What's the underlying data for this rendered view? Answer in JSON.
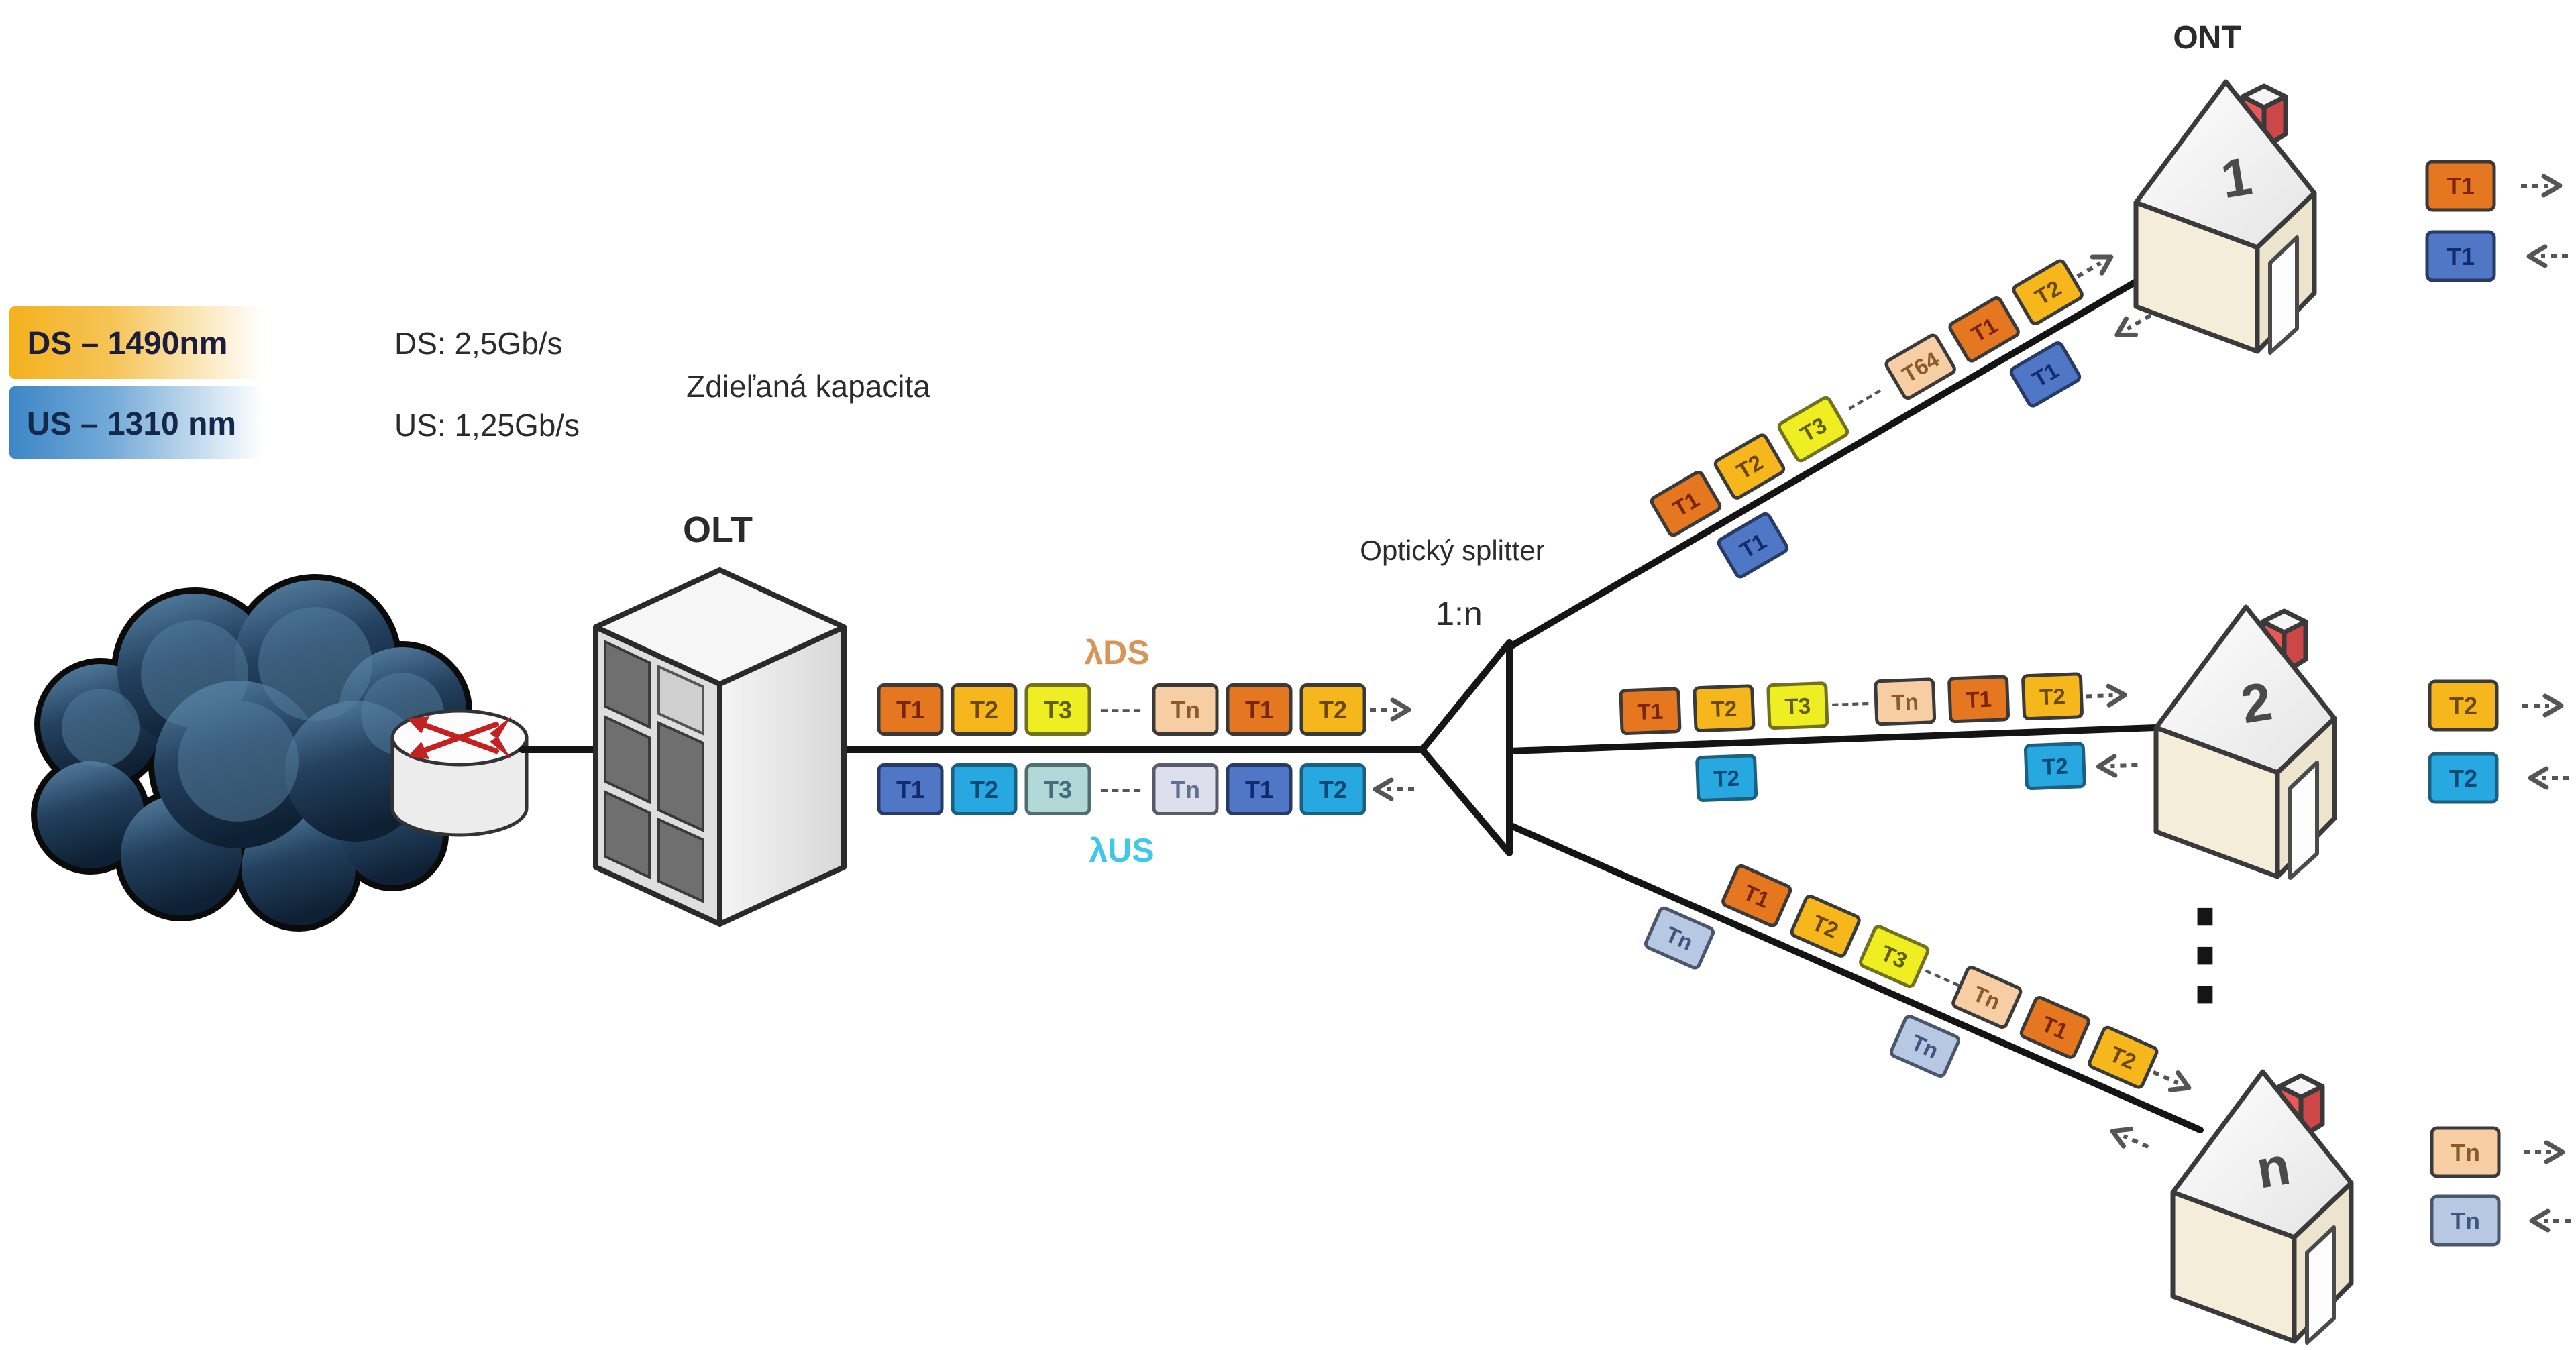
{
  "legend": {
    "ds_label": "DS – 1490nm",
    "us_label": "US – 1310 nm",
    "ds_color": "#f3b11c",
    "us_color": "#3c86c6",
    "ds_rate": "DS: 2,5Gb/s",
    "us_rate": "US: 1,25Gb/s",
    "shared_capacity": "Zdieľaná kapacita"
  },
  "labels": {
    "olt": "OLT",
    "ont": "ONT",
    "splitter": "Optický splitter",
    "splitter_ratio": "1:n",
    "lambda_ds": "λDS",
    "lambda_us": "λUS",
    "lambda_ds_color": "#d8955a",
    "lambda_us_color": "#3fc8e8",
    "gap_dashes": "----",
    "more_houses": "⋮"
  },
  "olt_link": {
    "ds_slots": [
      "T1",
      "T2",
      "T3",
      "Tn",
      "T1",
      "T2"
    ],
    "us_slots": [
      "T1",
      "T2",
      "T3",
      "Tn",
      "T1",
      "T2"
    ]
  },
  "branches": [
    {
      "ds_slots": [
        "T1",
        "T2",
        "T3",
        "T64",
        "T1",
        "T2"
      ],
      "us_slots": [
        "T1",
        "T1"
      ]
    },
    {
      "ds_slots": [
        "T1",
        "T2",
        "T3",
        "Tn",
        "T1",
        "T2"
      ],
      "us_slots": [
        "T2",
        "T2"
      ]
    },
    {
      "ds_slots": [
        "T1",
        "T2",
        "T3",
        "Tn",
        "T1",
        "T2"
      ],
      "us_slots": [
        "Tn",
        "Tn"
      ]
    }
  ],
  "houses": [
    {
      "number": "1",
      "io_ds": "T1",
      "io_us": "T1"
    },
    {
      "number": "2",
      "io_ds": "T2",
      "io_us": "T2"
    },
    {
      "number": "n",
      "io_ds": "Tn",
      "io_us": "Tn"
    }
  ],
  "slot_colors": {
    "ds_t1": "#e4771f",
    "ds_t2": "#f6b71c",
    "ds_t3": "#eeee22",
    "ds_tn": "#f7cda4",
    "us_t1": "#5077c5",
    "us_t2": "#27a8e0",
    "us_t3": "#b2d7d7",
    "us_tn_pale": "#dde0ec",
    "us_tn_gray": "#b7c9e2"
  },
  "icons": {
    "cloud": "internet-cloud-icon",
    "router": "router-icon",
    "downstream_arrow": "dashed-right-arrow-icon",
    "upstream_arrow": "dashed-left-arrow-icon",
    "more_houses": "vertical-ellipsis"
  }
}
